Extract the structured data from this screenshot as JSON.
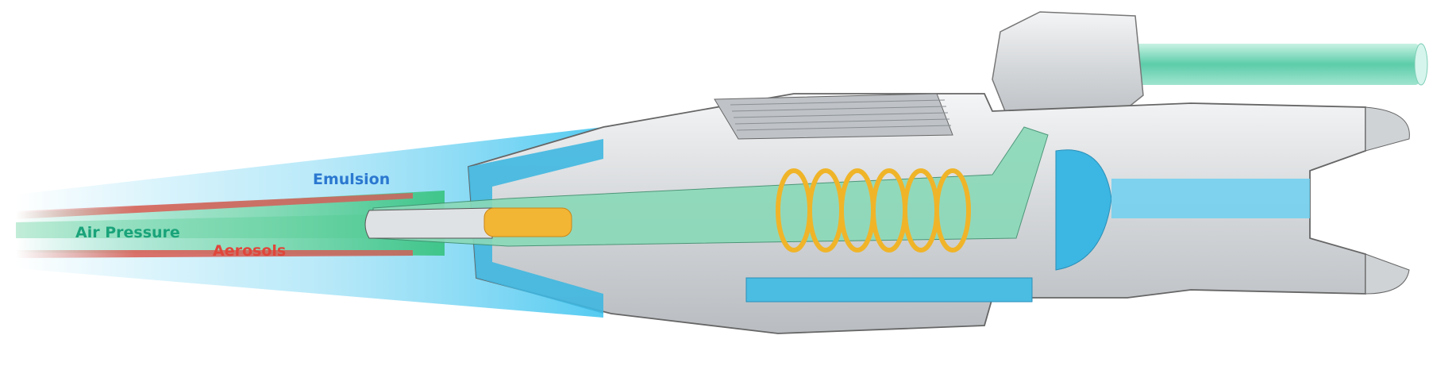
{
  "labels": {
    "emulsion": "Emulsion",
    "air_pressure": "Air Pressure",
    "aerosols": "Aerosols"
  },
  "colors": {
    "emulsion": "#2b78d0",
    "air_pressure": "#1aa37a",
    "aerosols": "#e0463b",
    "emulsion_stream": "#6fd3f3",
    "air_stream": "#5fcf97",
    "aerosol_stream": "#d9625a",
    "spring": "#f0b429",
    "housing": "#d9dcde"
  }
}
